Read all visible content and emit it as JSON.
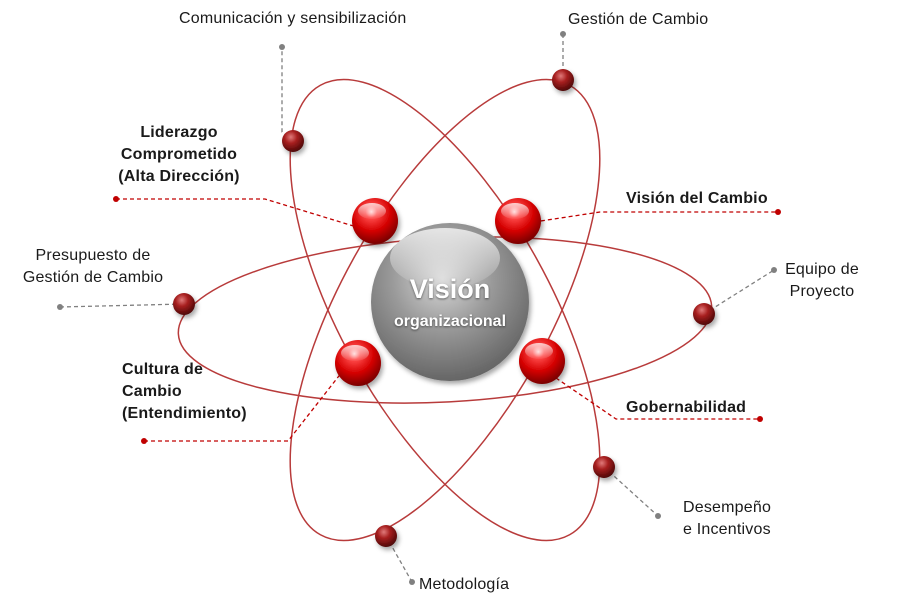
{
  "center": {
    "title": "Visión",
    "subtitle": "organizacional"
  },
  "elements": {
    "comunicacion": "Comunicación y sensibilización",
    "gestion_cambio": "Gestión de Cambio",
    "liderazgo": [
      "Liderazgo",
      "Comprometido",
      "(Alta Dirección)"
    ],
    "vision_cambio": "Visión del Cambio",
    "presupuesto": [
      "Presupuesto de",
      "Gestión de Cambio"
    ],
    "equipo": [
      "Equipo de",
      "Proyecto"
    ],
    "cultura": [
      "Cultura de",
      "Cambio",
      "(Entendimiento)"
    ],
    "gobernabilidad": "Gobernabilidad",
    "desempeno": [
      "Desempeño",
      "e Incentivos"
    ],
    "metodologia": "Metodología"
  },
  "colors": {
    "orbit": "#b83b3b",
    "primary_leader": "#c00000",
    "secondary_leader": "#808080",
    "center_sphere": "#8c8c8c"
  }
}
